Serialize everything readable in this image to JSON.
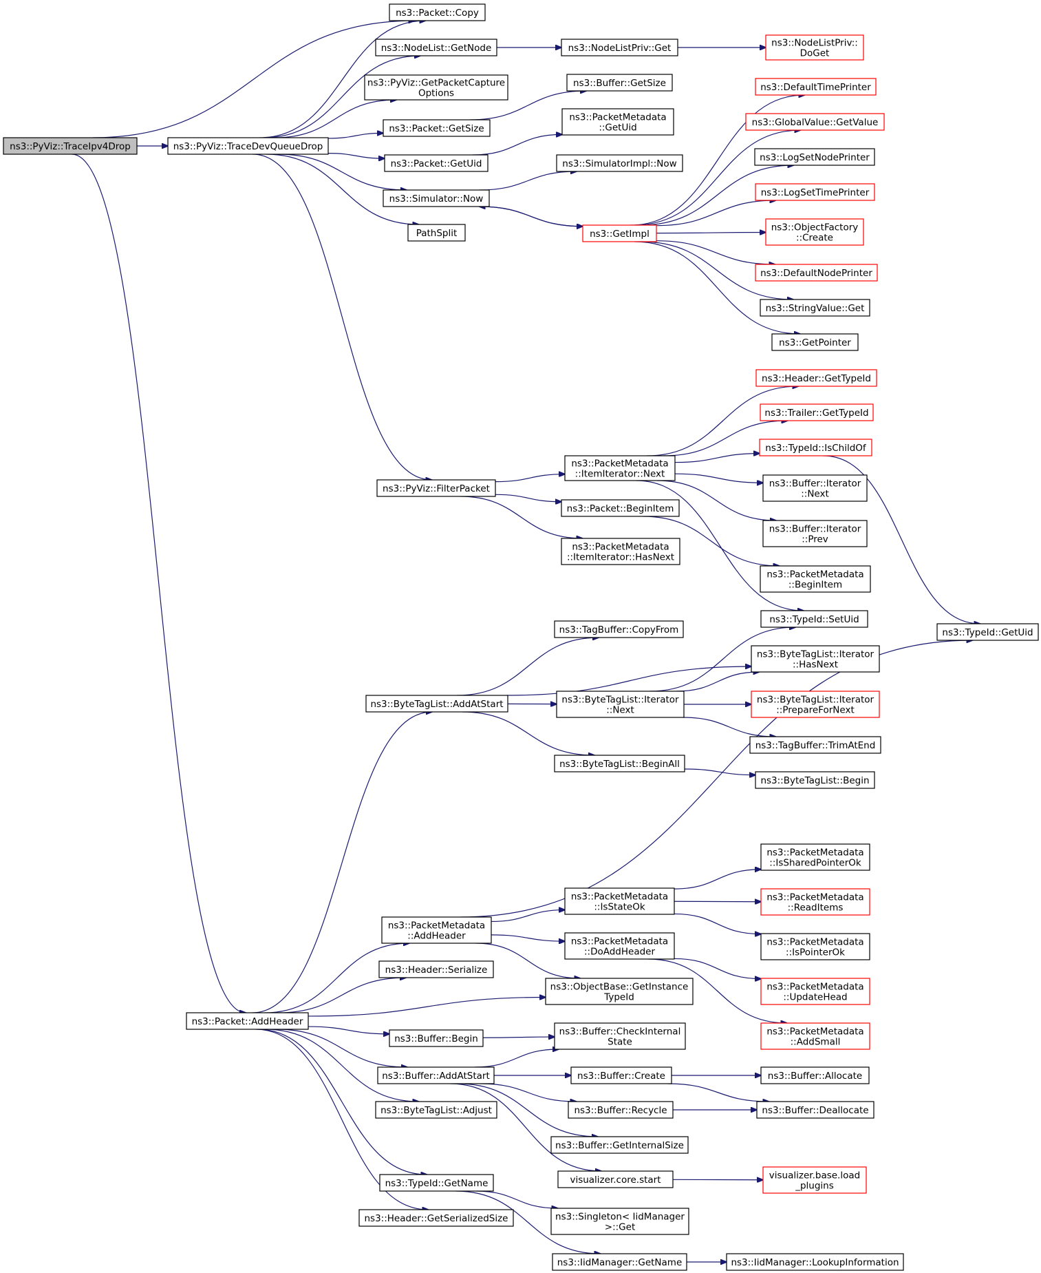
{
  "nodes": [
    {
      "id": "traceipv4drop",
      "lines": [
        "ns3::PyViz::TraceIpv4Drop"
      ],
      "style": "root"
    },
    {
      "id": "tracedevqueuedrop",
      "lines": [
        "ns3::PyViz::TraceDevQueueDrop"
      ]
    },
    {
      "id": "packet-copy",
      "lines": [
        "ns3::Packet::Copy"
      ]
    },
    {
      "id": "nodelist-getnode",
      "lines": [
        "ns3::NodeList::GetNode"
      ]
    },
    {
      "id": "getpacketcaptureoptions",
      "lines": [
        "ns3::PyViz::GetPacketCapture",
        "Options"
      ]
    },
    {
      "id": "packet-getsize",
      "lines": [
        "ns3::Packet::GetSize"
      ]
    },
    {
      "id": "packet-getuid",
      "lines": [
        "ns3::Packet::GetUid"
      ]
    },
    {
      "id": "simulator-now",
      "lines": [
        "ns3::Simulator::Now"
      ]
    },
    {
      "id": "pathsplit",
      "lines": [
        "PathSplit"
      ]
    },
    {
      "id": "nodelistpriv-get",
      "lines": [
        "ns3::NodeListPriv::Get"
      ]
    },
    {
      "id": "nodelistpriv-doget",
      "lines": [
        "ns3::NodeListPriv::",
        "DoGet"
      ],
      "style": "red"
    },
    {
      "id": "buffer-getsize",
      "lines": [
        "ns3::Buffer::GetSize"
      ]
    },
    {
      "id": "packetmetadata-getuid",
      "lines": [
        "ns3::PacketMetadata",
        "::GetUid"
      ]
    },
    {
      "id": "simulatorimpl-now",
      "lines": [
        "ns3::SimulatorImpl::Now"
      ]
    },
    {
      "id": "getimpl",
      "lines": [
        "ns3::GetImpl"
      ],
      "style": "red"
    },
    {
      "id": "defaulttimeprinter",
      "lines": [
        "ns3::DefaultTimePrinter"
      ],
      "style": "red"
    },
    {
      "id": "globalvalue-getvalue",
      "lines": [
        "ns3::GlobalValue::GetValue"
      ],
      "style": "red"
    },
    {
      "id": "logsetnodeprinter",
      "lines": [
        "ns3::LogSetNodePrinter"
      ]
    },
    {
      "id": "logsettimeprinter",
      "lines": [
        "ns3::LogSetTimePrinter"
      ],
      "style": "red"
    },
    {
      "id": "objectfactory-create",
      "lines": [
        "ns3::ObjectFactory",
        "::Create"
      ],
      "style": "red"
    },
    {
      "id": "defaultnodeprinter",
      "lines": [
        "ns3::DefaultNodePrinter"
      ],
      "style": "red"
    },
    {
      "id": "stringvalue-get",
      "lines": [
        "ns3::StringValue::Get"
      ]
    },
    {
      "id": "getpointer",
      "lines": [
        "ns3::GetPointer"
      ]
    },
    {
      "id": "filterpacket",
      "lines": [
        "ns3::PyViz::FilterPacket"
      ]
    },
    {
      "id": "itemiterator-next",
      "lines": [
        "ns3::PacketMetadata",
        "::ItemIterator::Next"
      ]
    },
    {
      "id": "packet-beginitem",
      "lines": [
        "ns3::Packet::BeginItem"
      ]
    },
    {
      "id": "itemiterator-hasnext",
      "lines": [
        "ns3::PacketMetadata",
        "::ItemIterator::HasNext"
      ]
    },
    {
      "id": "header-gettypeid",
      "lines": [
        "ns3::Header::GetTypeId"
      ],
      "style": "red"
    },
    {
      "id": "trailer-gettypeid",
      "lines": [
        "ns3::Trailer::GetTypeId"
      ],
      "style": "red"
    },
    {
      "id": "typeid-ischildof",
      "lines": [
        "ns3::TypeId::IsChildOf"
      ],
      "style": "red"
    },
    {
      "id": "buffer-iterator-next",
      "lines": [
        "ns3::Buffer::Iterator",
        "::Next"
      ]
    },
    {
      "id": "buffer-iterator-prev",
      "lines": [
        "ns3::Buffer::Iterator",
        "::Prev"
      ]
    },
    {
      "id": "packetmetadata-beginitem",
      "lines": [
        "ns3::PacketMetadata",
        "::BeginItem"
      ]
    },
    {
      "id": "typeid-setuid",
      "lines": [
        "ns3::TypeId::SetUid"
      ]
    },
    {
      "id": "typeid-getuid",
      "lines": [
        "ns3::TypeId::GetUid"
      ]
    },
    {
      "id": "tagbuffer-copyfrom",
      "lines": [
        "ns3::TagBuffer::CopyFrom"
      ]
    },
    {
      "id": "bytetaglist-addatstart",
      "lines": [
        "ns3::ByteTagList::AddAtStart"
      ]
    },
    {
      "id": "bytetaglist-iterator-next",
      "lines": [
        "ns3::ByteTagList::Iterator",
        "::Next"
      ]
    },
    {
      "id": "bytetaglist-iterator-hasnext",
      "lines": [
        "ns3::ByteTagList::Iterator",
        "::HasNext"
      ]
    },
    {
      "id": "bytetaglist-iterator-prepare",
      "lines": [
        "ns3::ByteTagList::Iterator",
        "::PrepareForNext"
      ],
      "style": "red"
    },
    {
      "id": "tagbuffer-trimatend",
      "lines": [
        "ns3::TagBuffer::TrimAtEnd"
      ]
    },
    {
      "id": "bytetaglist-beginall",
      "lines": [
        "ns3::ByteTagList::BeginAll"
      ]
    },
    {
      "id": "bytetaglist-begin",
      "lines": [
        "ns3::ByteTagList::Begin"
      ]
    },
    {
      "id": "packet-addheader",
      "lines": [
        "ns3::Packet::AddHeader"
      ]
    },
    {
      "id": "packetmetadata-addheader",
      "lines": [
        "ns3::PacketMetadata",
        "::AddHeader"
      ]
    },
    {
      "id": "header-serialize",
      "lines": [
        "ns3::Header::Serialize"
      ]
    },
    {
      "id": "packetmetadata-isstateok",
      "lines": [
        "ns3::PacketMetadata",
        "::IsStateOk"
      ]
    },
    {
      "id": "packetmetadata-doaddheader",
      "lines": [
        "ns3::PacketMetadata",
        "::DoAddHeader"
      ]
    },
    {
      "id": "objectbase-getinstancetypeid",
      "lines": [
        "ns3::ObjectBase::GetInstance",
        "TypeId"
      ]
    },
    {
      "id": "packetmetadata-issharedpointerok",
      "lines": [
        "ns3::PacketMetadata",
        "::IsSharedPointerOk"
      ]
    },
    {
      "id": "packetmetadata-readitems",
      "lines": [
        "ns3::PacketMetadata",
        "::ReadItems"
      ],
      "style": "red"
    },
    {
      "id": "packetmetadata-ispointerok",
      "lines": [
        "ns3::PacketMetadata",
        "::IsPointerOk"
      ]
    },
    {
      "id": "packetmetadata-updatehead",
      "lines": [
        "ns3::PacketMetadata",
        "::UpdateHead"
      ],
      "style": "red"
    },
    {
      "id": "packetmetadata-addsmall",
      "lines": [
        "ns3::PacketMetadata",
        "::AddSmall"
      ],
      "style": "red"
    },
    {
      "id": "buffer-begin",
      "lines": [
        "ns3::Buffer::Begin"
      ]
    },
    {
      "id": "buffer-checkinternalstate",
      "lines": [
        "ns3::Buffer::CheckInternal",
        "State"
      ]
    },
    {
      "id": "buffer-addatstart",
      "lines": [
        "ns3::Buffer::AddAtStart"
      ]
    },
    {
      "id": "buffer-create",
      "lines": [
        "ns3::Buffer::Create"
      ]
    },
    {
      "id": "buffer-allocate",
      "lines": [
        "ns3::Buffer::Allocate"
      ]
    },
    {
      "id": "buffer-recycle",
      "lines": [
        "ns3::Buffer::Recycle"
      ]
    },
    {
      "id": "buffer-deallocate",
      "lines": [
        "ns3::Buffer::Deallocate"
      ]
    },
    {
      "id": "buffer-getinternalsize",
      "lines": [
        "ns3::Buffer::GetInternalSize"
      ]
    },
    {
      "id": "visualizer-core-start",
      "lines": [
        "visualizer.core.start"
      ]
    },
    {
      "id": "visualizer-base-load-plugins",
      "lines": [
        "visualizer.base.load",
        "_plugins"
      ],
      "style": "red"
    },
    {
      "id": "bytetaglist-adjust",
      "lines": [
        "ns3::ByteTagList::Adjust"
      ]
    },
    {
      "id": "typeid-getname",
      "lines": [
        "ns3::TypeId::GetName"
      ]
    },
    {
      "id": "singleton-iidmanager-get",
      "lines": [
        "ns3::Singleton< IidManager",
        ">::Get"
      ]
    },
    {
      "id": "iidmanager-getname",
      "lines": [
        "ns3::IidManager::GetName"
      ]
    },
    {
      "id": "iidmanager-lookupinformation",
      "lines": [
        "ns3::IidManager::LookupInformation"
      ]
    },
    {
      "id": "header-getserializedsize",
      "lines": [
        "ns3::Header::GetSerializedSize"
      ]
    }
  ]
}
